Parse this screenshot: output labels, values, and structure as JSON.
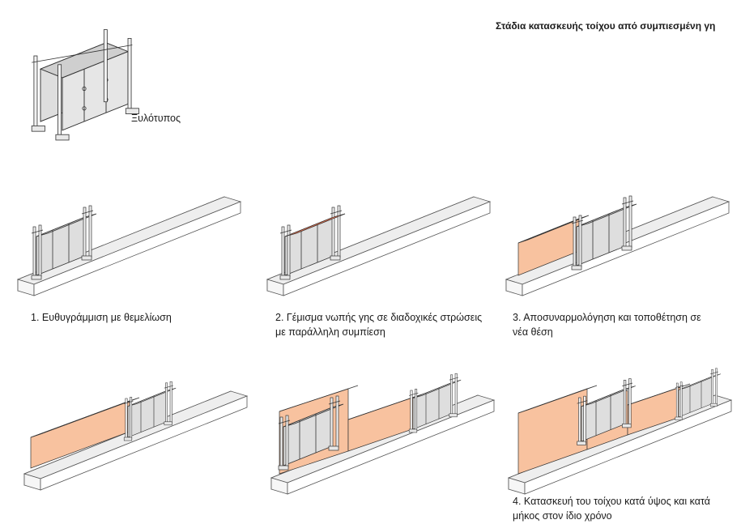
{
  "title": "Στάδια κατασκευής τοίχου από συμπιεσμένη γη",
  "formwork_label": "Ξυλότυπος",
  "steps": [
    {
      "line1": "1. Ευθυγράμμιση με θεμελίωση",
      "line2": ""
    },
    {
      "line1": "2. Γέμισμα νωπής γης σε διαδοχικές στρώσεις",
      "line2": "με παράλληλη συμπίεση"
    },
    {
      "line1": "3. Αποσυναρμολόγηση και τοποθέτηση σε",
      "line2": "νέα θέση"
    },
    {
      "line1": "4. Κατασκευή του τοίχου κατά ύψος και κατά",
      "line2": "μήκος στον ίδιο χρόνο"
    }
  ],
  "colors": {
    "earth_front": "#f8c29f",
    "earth_top": "#e0704f",
    "earth_side": "#f3ad86",
    "foundation": "#eeeeee",
    "formwork": "#dcdcdc",
    "line": "#333333"
  }
}
